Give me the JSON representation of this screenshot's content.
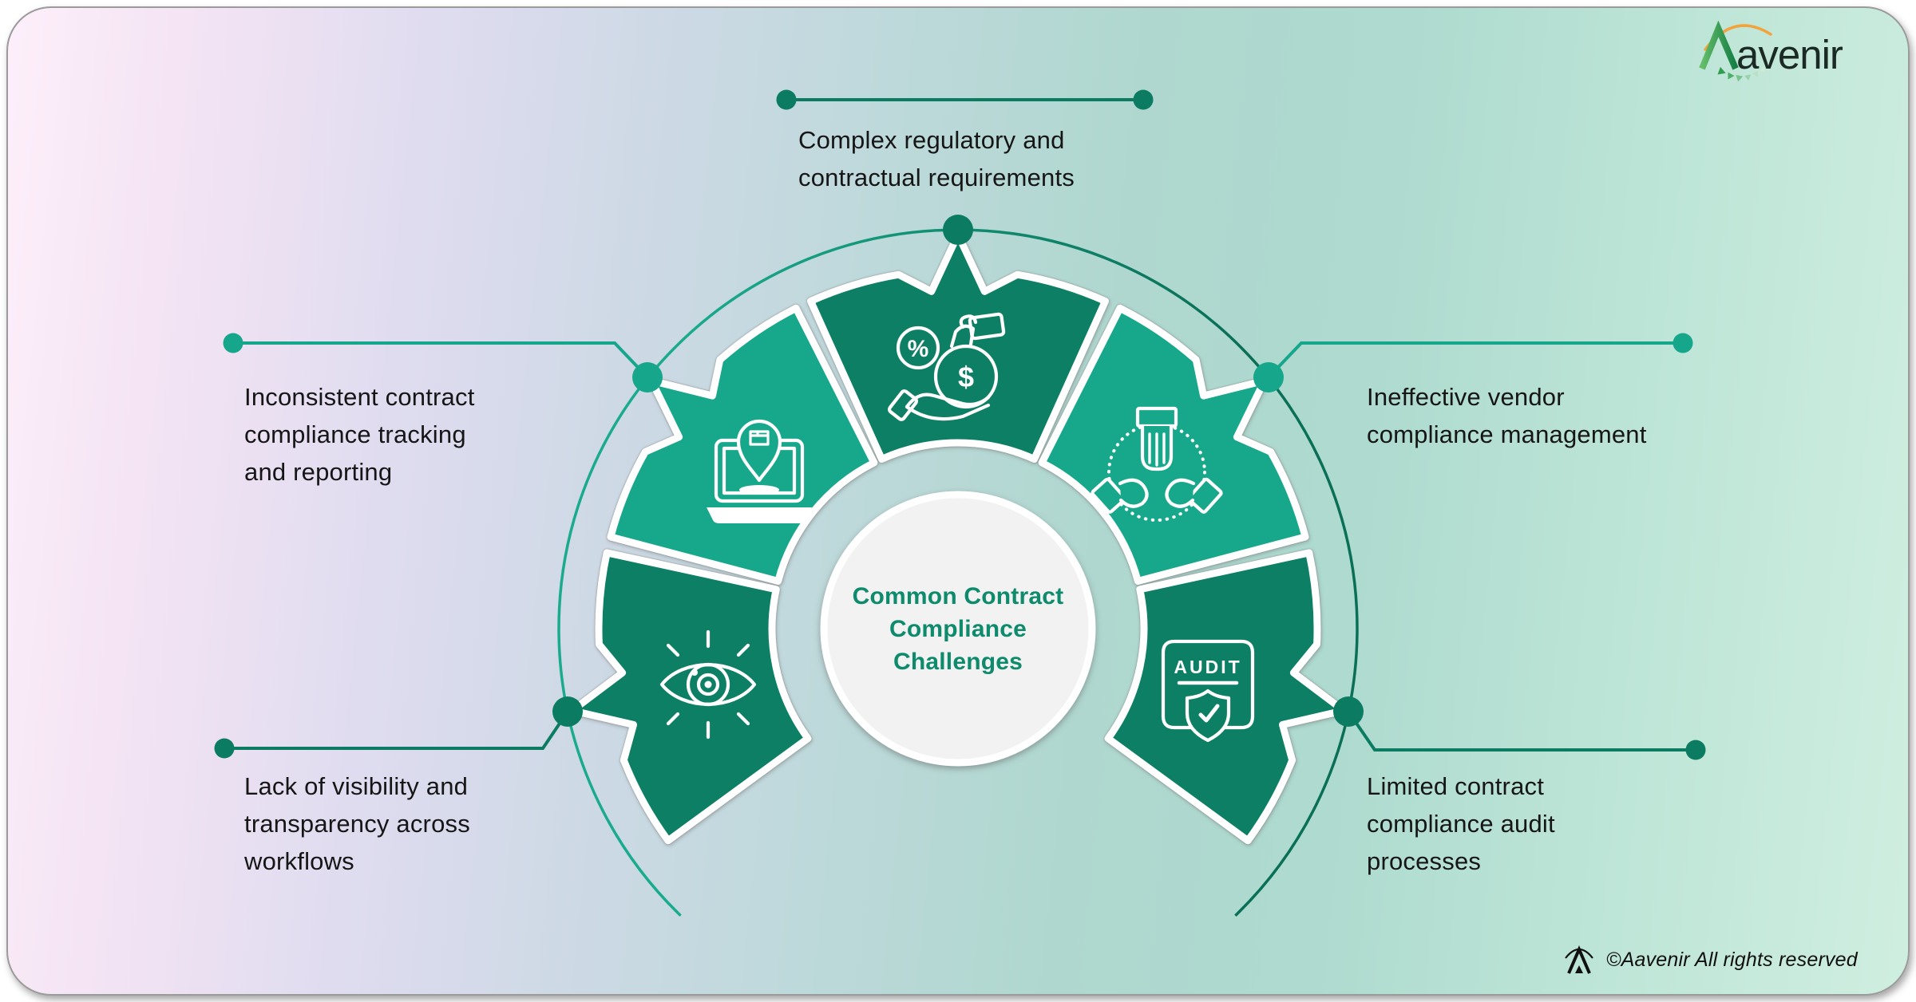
{
  "brand": {
    "name": "Aavenir",
    "wordmark_rest": "avenir"
  },
  "center": {
    "line1": "Common Contract",
    "line2": "Compliance Challenges"
  },
  "challenges": [
    {
      "id": "complex-regulatory",
      "lines": [
        "Complex regulatory and",
        "contractual requirements"
      ],
      "icon": "money-compliance-icon"
    },
    {
      "id": "inconsistent-tracking",
      "lines": [
        "Inconsistent contract",
        "compliance tracking",
        "and reporting"
      ],
      "icon": "laptop-tracking-icon"
    },
    {
      "id": "ineffective-vendor",
      "lines": [
        "Ineffective vendor",
        "compliance management"
      ],
      "icon": "vendor-hands-icon"
    },
    {
      "id": "lack-visibility",
      "lines": [
        "Lack of visibility and",
        "transparency across",
        "workflows"
      ],
      "icon": "visibility-eye-icon"
    },
    {
      "id": "limited-audit",
      "lines": [
        "Limited contract",
        "compliance audit",
        "processes"
      ],
      "icon": "audit-shield-icon"
    }
  ],
  "icons": {
    "percent_glyph": "%",
    "dollar_glyph": "$",
    "audit_label": "AUDIT"
  },
  "footer": {
    "copyright": "©Aavenir All rights reserved"
  },
  "colors": {
    "segment_dark": "#0d7f64",
    "segment_light": "#17a78b",
    "accent_dark": "#0b7c61",
    "accent_bright": "#16a68b",
    "center_text": "#0e8a6c",
    "logo_orange": "#f2a33c",
    "logo_green": "#2f9e4f"
  }
}
